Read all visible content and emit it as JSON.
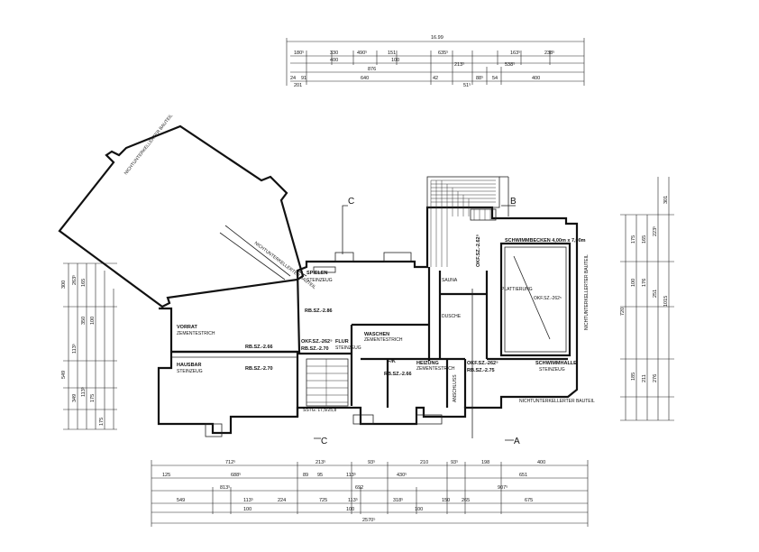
{
  "rooms": {
    "neighbor_nw": "NICHTUNTERKELLERTER BAUTEIL",
    "neighbor_e": "NICHTUNTERKELLERTER BAUTEIL",
    "neighbor_s": "NICHTUNTERKELLERTER BAUTEIL",
    "spielen": "SPIELEN",
    "spielen_sub": "STEINZEUG",
    "rbsz_spielen": "RB.SZ.-2.86",
    "vorrat": "VORRAT",
    "vorrat_sub": "ZEMENTESTRICH",
    "rbsz_vorrat": "RB.SZ.-2.66",
    "okfsz_center": "OKF.SZ.-262⁵",
    "rbsz_center": "RB.SZ.-2.70",
    "hausbar": "HAUSBAR",
    "hausbar_sub": "STEINZEUG",
    "rbsz_hausbar": "RB.SZ.-2.70",
    "flur": "FLUR",
    "flur_sub": "STEINZEUG",
    "waschen": "WASCHEN",
    "waschen_sub": "ZEMENTESTRICH",
    "rbsz_waschen": "RB.SZ.-2.66",
    "heizung": "HEIZUNG",
    "heizung_sub": "ZEMENTESTRICH",
    "fk": "F/K",
    "hausanschluss": "ANSCHLUSS",
    "schwimmbecken": "SCHWIMMBECKEN 4,00m x 7,00m",
    "schwimmhalle": "SCHWIMMHALLE",
    "schwimmhalle_sub": "STEINZEUG",
    "okfsz_east": "OKF.SZ.-262⁵",
    "rbsz_east": "RB.SZ.-2.75",
    "okfsz_stair": "OKF.SZ.-2.62⁵",
    "okfsz_pool": "OKF.SZ.-262⁵",
    "plattierung": "PLATTIERUNG",
    "dusche": "DUSCHE",
    "sauna": "SAUNA",
    "stairs_label": "SSTG. 17,5/25,8",
    "sec_a": "A",
    "sec_b": "B",
    "sec_c": "C"
  },
  "dims_top": {
    "overall": "16.99",
    "row1": [
      "180⁵",
      "330",
      "490⁵",
      "151",
      "635⁵",
      "163⁵",
      "238⁵"
    ],
    "row2": [
      "400",
      "100"
    ],
    "row3": [
      "876",
      "213⁵",
      "538⁵"
    ],
    "row4": [
      "24",
      "91",
      "640",
      "42",
      "88⁵",
      "54",
      "400"
    ],
    "row5": [
      "201",
      "51⁵"
    ]
  },
  "dims_bottom": {
    "row1": [
      "712⁵",
      "213⁵",
      "93⁵",
      "210",
      "93⁵",
      "198",
      "400"
    ],
    "row2": [
      "125",
      "688⁵",
      "89",
      "95",
      "113⁵",
      "430⁵",
      "651"
    ],
    "row3": [
      "813⁵",
      "692",
      "907⁵"
    ],
    "row4": [
      "549",
      "113⁵",
      "224",
      "725",
      "113⁵",
      "318⁵",
      "150",
      "265",
      "675"
    ],
    "row5": [
      "100",
      "100",
      "100"
    ],
    "overall": "2570⁵"
  },
  "dims_left": [
    "300",
    "263⁵",
    "165",
    "100",
    "113⁵",
    "350",
    "549",
    "349",
    "113⁵",
    "175",
    "175"
  ],
  "dims_right": [
    "301",
    "223⁵",
    "175",
    "165",
    "100",
    "176",
    "720",
    "251",
    "1015",
    "185",
    "211",
    "276"
  ]
}
